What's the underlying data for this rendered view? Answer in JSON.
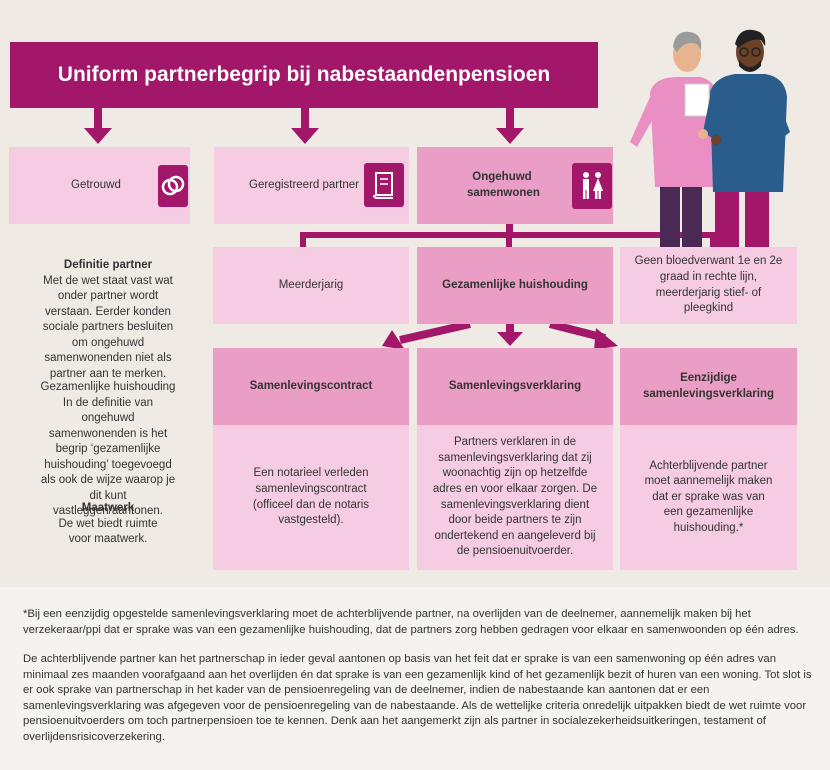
{
  "title": "Uniform partnerbegrip bij nabestaandenpensioen",
  "top_row": {
    "getrouwd": "Getrouwd",
    "geregistreerd": "Geregistreerd partner",
    "ongehuwd": "Ongehuwd samenwonen"
  },
  "sidebar": {
    "definitie_heading": "Definitie partner",
    "definitie_text": "Met de wet staat vast wat onder partner wordt verstaan. Eerder konden sociale partners besluiten om ongehuwd samenwonenden niet als partner aan te merken.",
    "huishouding_heading": "Gezamenlijke huishouding",
    "huishouding_text": "In de definitie van ongehuwd samenwonenden is het begrip ‘gezamenlijke huishouding’ toegevoegd als ook de wijze waarop je dit kunt vastleggen/aantonen.",
    "maatwerk_heading": "Maatwerk",
    "maatwerk_text": "De wet biedt ruimte voor maatwerk."
  },
  "criteria_row": {
    "meerderjarig": "Meerderjarig",
    "gezamenlijke_huishouding": "Gezamenlijke huishouding",
    "geen_bloedverwant": "Geen bloedverwant 1e en 2e graad in rechte lijn, meerderjarig stief- of pleegkind"
  },
  "proof_row": {
    "contract_title": "Samenlevingscontract",
    "contract_text": "Een notarieel verleden samenlevingscontract (officeel dan de notaris vastgesteld).",
    "verklaring_title": "Samenlevingsverklaring",
    "verklaring_text": "Partners verklaren in de samenlevingsverklaring dat zij woonachtig zijn op hetzelfde adres en voor elkaar zorgen. De samenlevingsverklaring dient door beide partners te zijn ondertekend en aangeleverd bij de pensioenuitvoerder.",
    "eenzijdig_title": "Eenzijdige samenlevingsverklaring",
    "eenzijdig_text": "Achterblijvende partner moet aannemelijk maken dat er sprake was van een gezamenlijke huishouding.*"
  },
  "footer": {
    "note1": "*Bij een eenzijdig opgestelde samenlevingsverklaring moet de achterblijvende partner, na overlijden van de deelnemer, aannemelijk maken bij het verzekeraar/ppi dat er sprake was van een gezamenlijke huishouding, dat de partners zorg hebben gedragen voor elkaar en samenwoonden op één adres.",
    "note2": "De achterblijvende partner kan het partnerschap in ieder geval aantonen op basis van het feit dat er sprake is van een samenwoning op één adres van minimaal zes maanden voorafgaand aan het overlijden én dat sprake is van een gezamenlijk kind of het gezamenlijk bezit of huren van een woning. Tot slot is er ook sprake van partnerschap in het kader van de pensioenregeling van de deelnemer, indien de nabestaande kan aantonen dat er een samenlevingsverklaring was afgegeven voor de pensioenregeling van de nabestaande. Als de wettelijke criteria onredelijk uitpakken biedt de wet ruimte voor pensioenuitvoerders om toch partnerpensioen toe te kennen. Denk aan het aangemerkt zijn als partner in socialezekerheidsuitkeringen, testament of overlijdensrisicoverzekering."
  },
  "colors": {
    "primary": "#a3176a",
    "light_pink": "#f5cce1",
    "mid_pink": "#ea9ec6",
    "background": "#efeae3"
  },
  "icons": [
    "rings-icon",
    "certificate-icon",
    "couple-icon",
    "people-illustration"
  ]
}
